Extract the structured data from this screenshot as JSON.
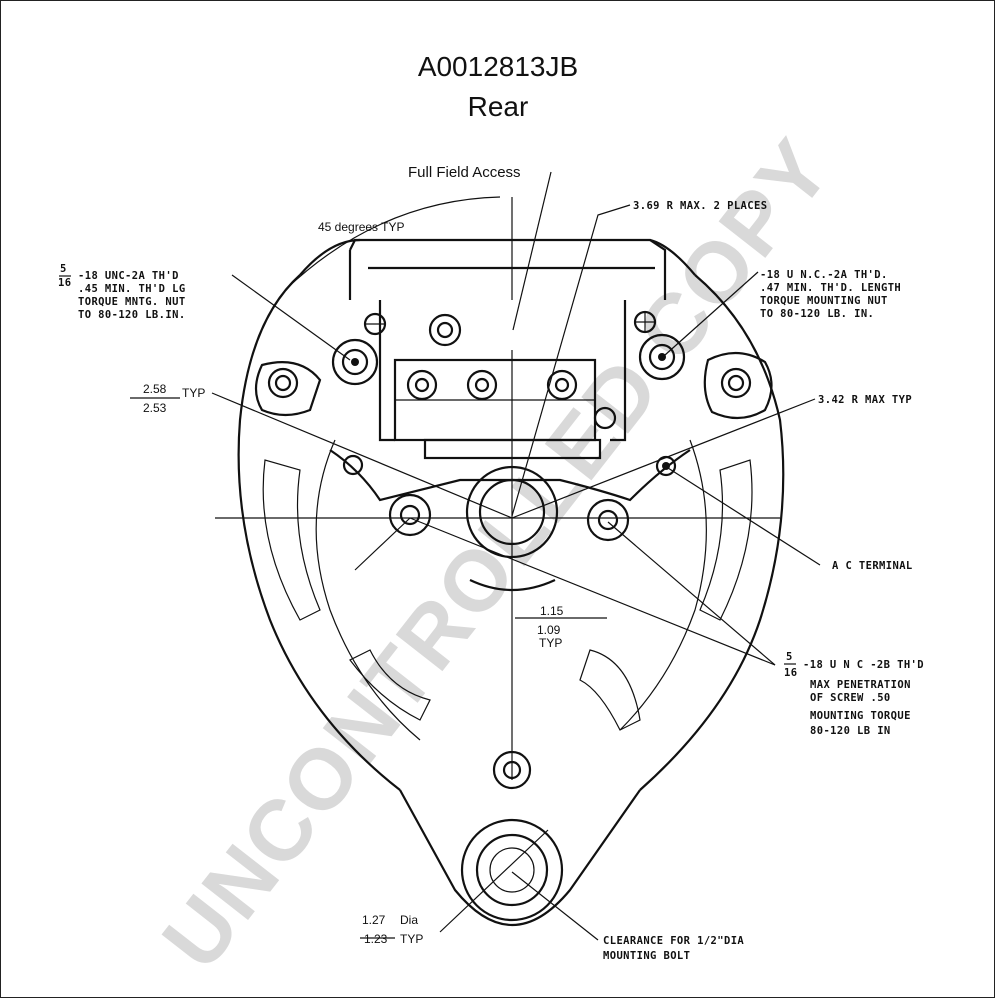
{
  "title": {
    "part_number": "A0012813JB",
    "view": "Rear"
  },
  "watermark": "UNCONTROLLED COPY",
  "callouts": {
    "full_field_access": "Full Field Access",
    "radius_369": "3.69 R MAX. 2 PLACES",
    "angle_45": "45 degrees TYP",
    "thread_left_line1": "-18 UNC-2A TH'D",
    "thread_left_line2": ".45 MIN. TH'D LG",
    "thread_left_line3": "TORQUE MNTG. NUT",
    "thread_left_line4": "TO 80-120 LB.IN.",
    "thread_left_num": "5",
    "thread_left_den": "16",
    "thread_right_line1": "-18 U N.C.-2A TH'D.",
    "thread_right_line2": ".47 MIN. TH'D. LENGTH",
    "thread_right_line3": "TORQUE MOUNTING NUT",
    "thread_right_line4": "TO 80-120 LB. IN.",
    "dim_258": "2.58",
    "dim_253": "2.53",
    "dim_typ": "TYP",
    "radius_342": "3.42 R MAX TYP",
    "ac_terminal": "A C TERMINAL",
    "dim_115": "1.15",
    "dim_109": "1.09",
    "dim_typ2": "TYP",
    "screw_num": "5",
    "screw_den": "16",
    "screw_line1": "-18 U N C -2B TH'D",
    "screw_line2": "MAX PENETRATION",
    "screw_line3": "OF SCREW .50",
    "screw_line4": "MOUNTING TORQUE",
    "screw_line5": "80-120 LB IN",
    "dim_127": "1.27",
    "dim_dia": "Dia",
    "dim_123": "1.23",
    "dim_typ3": "TYP",
    "clearance_line1": "CLEARANCE FOR 1/2\"DIA",
    "clearance_line2": "MOUNTING BOLT"
  }
}
